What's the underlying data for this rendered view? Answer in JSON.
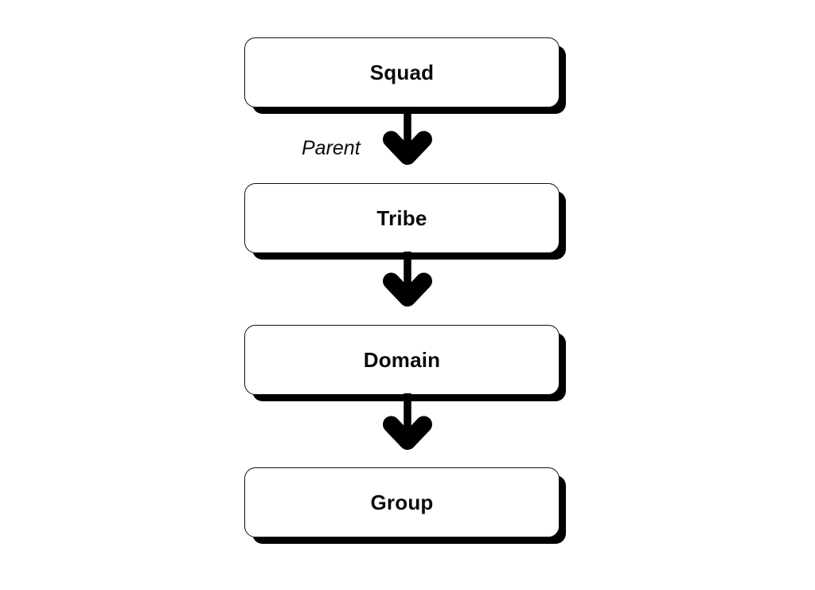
{
  "diagram": {
    "type": "flowchart",
    "orientation": "top-to-bottom",
    "background_color": "#ffffff",
    "stroke_color": "#000000",
    "text_color": "#0a0a0a",
    "shadow_color": "#000000",
    "nodes": [
      {
        "id": "squad",
        "label": "Squad"
      },
      {
        "id": "tribe",
        "label": "Tribe"
      },
      {
        "id": "domain",
        "label": "Domain"
      },
      {
        "id": "group",
        "label": "Group"
      }
    ],
    "edges": [
      {
        "id": "squad-tribe",
        "from": "squad",
        "to": "tribe",
        "label": "Parent",
        "arrow": "down-arrow-icon"
      },
      {
        "id": "tribe-domain",
        "from": "tribe",
        "to": "domain",
        "label": "",
        "arrow": "down-arrow-icon"
      },
      {
        "id": "domain-group",
        "from": "domain",
        "to": "group",
        "label": "",
        "arrow": "down-arrow-icon"
      }
    ]
  }
}
